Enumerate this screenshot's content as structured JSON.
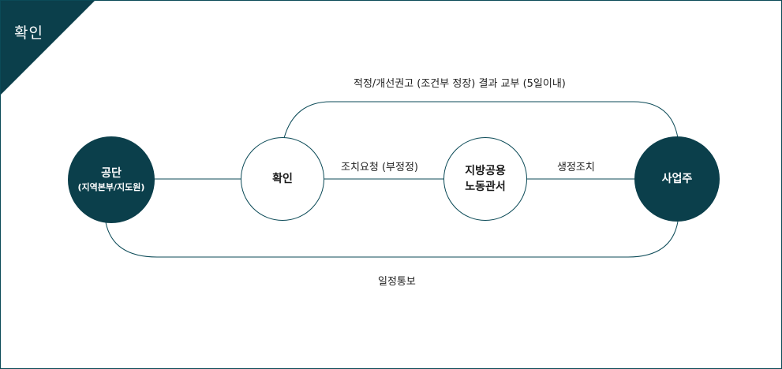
{
  "corner_label": "확인",
  "nodes": {
    "gongdan": {
      "title": "공단",
      "subtitle": "(지역본부/지도원)"
    },
    "hwagin": {
      "title": "확인"
    },
    "jibang": {
      "line1": "지방공용",
      "line2": "노동관서"
    },
    "saeopju": {
      "title": "사업주"
    }
  },
  "edges": {
    "top_arc": "적정/개선권고 (조건부 정장) 결과 교부 (5일이내)",
    "request": "조치요청 (부정정)",
    "correction": "생정조치",
    "bottom_arc": "일정통보"
  },
  "colors": {
    "accent": "#0b3f4b",
    "line": "#0b4a57"
  }
}
